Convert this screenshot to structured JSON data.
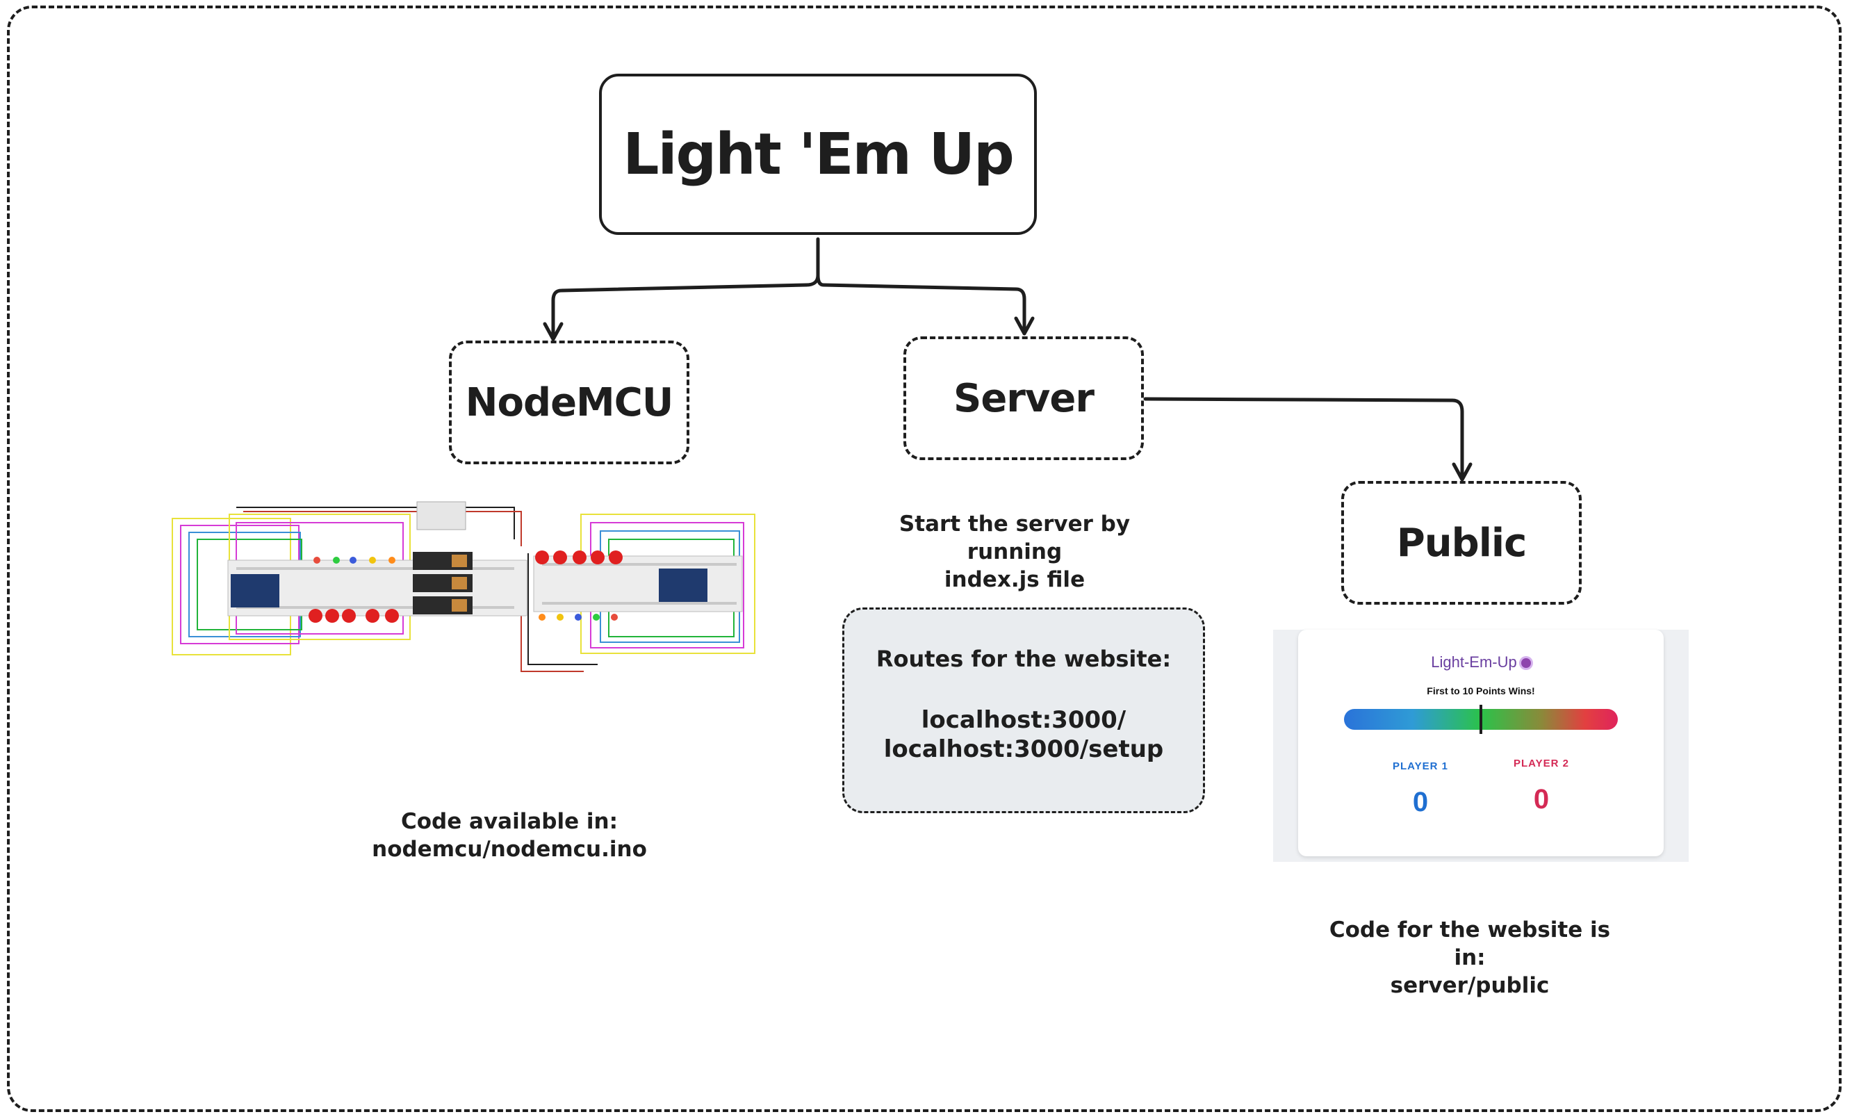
{
  "title": "Light 'Em Up",
  "nodes": {
    "nodemcu": {
      "label": "NodeMCU"
    },
    "server": {
      "label": "Server"
    },
    "public": {
      "label": "Public"
    }
  },
  "captions": {
    "nodemcu_code": "Code available in:\nnodemcu/nodemcu.ino",
    "server_start": "Start the server by running\nindex.js file",
    "public_code": "Code for the website is in:\nserver/public"
  },
  "routes": {
    "heading": "Routes for the website:",
    "items": [
      "localhost:3000/",
      "localhost:3000/setup"
    ]
  },
  "website_preview": {
    "game_title": "Light-Em-Up",
    "subtitle": "First to 10 Points Wins!",
    "marker_fraction": 0.5,
    "player1": {
      "label": "PLAYER 1",
      "score": "0",
      "color": "#1f6fd1"
    },
    "player2": {
      "label": "PLAYER 2",
      "score": "0",
      "color": "#d42a55"
    }
  }
}
